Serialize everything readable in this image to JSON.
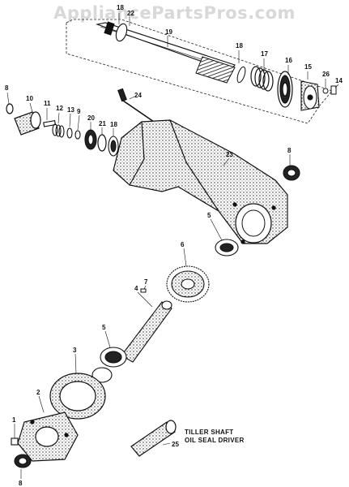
{
  "watermark": "AppliancePartsPros.com",
  "caption": {
    "line1": "TILLER SHAFT",
    "line2": "OIL SEAL DRIVER"
  },
  "callouts": {
    "c18a": "18",
    "c22": "22",
    "c19": "19",
    "c18b": "18",
    "c17": "17",
    "c16": "16",
    "c15": "15",
    "c26": "26",
    "c14": "14",
    "c8a": "8",
    "c10": "10",
    "c11": "11",
    "c12": "12",
    "c13": "13",
    "c9": "9",
    "c20": "20",
    "c21": "21",
    "c18c": "18",
    "c24": "24",
    "c23": "23",
    "c8b": "8",
    "c5a": "5",
    "c6": "6",
    "c7": "7",
    "c4": "4",
    "c5b": "5",
    "c3": "3",
    "c2": "2",
    "c1": "1",
    "c8c": "8",
    "c25": "25"
  }
}
